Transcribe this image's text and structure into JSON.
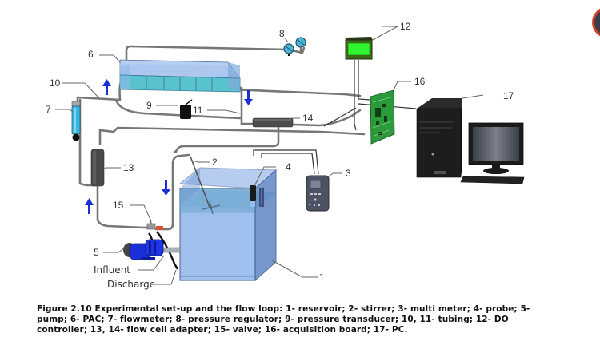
{
  "figure": {
    "caption": "Figure 2.10 Experimental set-up and the flow loop: 1- reservoir; 2- stirrer; 3- multi meter; 4- probe; 5- pump; 6- PAC; 7- flowmeter; 8- pressure regulator; 9- pressure transducer; 10, 11- tubing; 12- DO controller; 13, 14- flow cell adapter; 15- valve; 16- acquisition board; 17- PC.",
    "caption_lines": [
      "Figure 2.10 Experimental set-up and the flow loop: 1- reservoir; 2- stirrer; 3- multi meter; 4- probe; 5-",
      "pump; 6- PAC; 7- flowmeter; 8- pressure regulator; 9- pressure transducer; 10, 11- tubing; 12- DO",
      "controller; 13, 14- flow cell adapter; 15- valve; 16- acquisition board; 17- PC."
    ]
  },
  "components": [
    {
      "number": "1",
      "name": "reservoir"
    },
    {
      "number": "2",
      "name": "stirrer"
    },
    {
      "number": "3",
      "name": "multi meter"
    },
    {
      "number": "4",
      "name": "probe"
    },
    {
      "number": "5",
      "name": "pump"
    },
    {
      "number": "6",
      "name": "PAC"
    },
    {
      "number": "7",
      "name": "flowmeter"
    },
    {
      "number": "8",
      "name": "pressure regulator"
    },
    {
      "number": "9",
      "name": "pressure transducer"
    },
    {
      "number": "10",
      "name": "tubing"
    },
    {
      "number": "11",
      "name": "tubing"
    },
    {
      "number": "12",
      "name": "DO controller"
    },
    {
      "number": "13",
      "name": "flow cell adapter"
    },
    {
      "number": "14",
      "name": "flow cell adapter"
    },
    {
      "number": "15",
      "name": "valve"
    },
    {
      "number": "16",
      "name": "acquisition board"
    },
    {
      "number": "17",
      "name": "PC"
    }
  ],
  "labels": {
    "l1": "1",
    "l2": "2",
    "l3": "3",
    "l4": "4",
    "l5": "5",
    "l6": "6",
    "l7": "7",
    "l8": "8",
    "l9": "9",
    "l10": "10",
    "l11": "11",
    "l12": "12",
    "l13": "13",
    "l14": "14",
    "l15": "15",
    "l16": "16",
    "l17": "17",
    "influent": "Influent",
    "discharge": "Discharge"
  },
  "colors": {
    "water": "#8fb4ea",
    "pac_water": "#5cc6cf",
    "pump": "#1a2fd6",
    "do_screen": "#2ef52e",
    "board": "#2c9a3a",
    "arrow": "#1a2fd6"
  }
}
